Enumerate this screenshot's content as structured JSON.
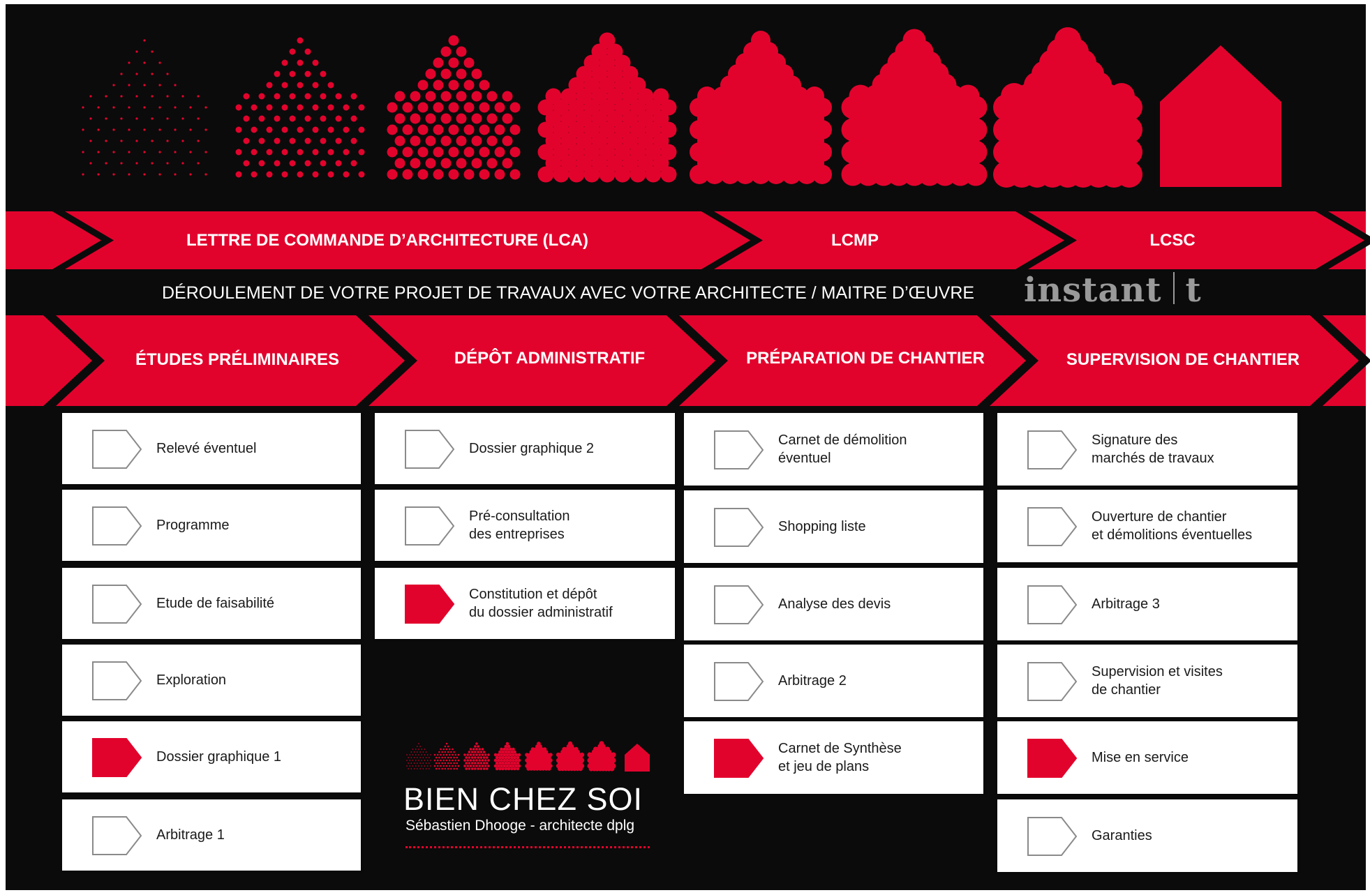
{
  "colors": {
    "background": "#0b0b0b",
    "accent": "#e2032d",
    "card": "#ffffff",
    "text_dark": "#1a1a1a",
    "text_light": "#ffffff",
    "logo_gray": "#9a9a9a"
  },
  "contracts": [
    "LETTRE DE COMMANDE D’ARCHITECTURE (LCA)",
    "LCMP",
    "LCSC"
  ],
  "subtitle": "DÉROULEMENT DE VOTRE PROJET DE TRAVAUX AVEC VOTRE ARCHITECTE / MAITRE D’ŒUVRE",
  "instant_logo": {
    "word": "instant",
    "letter": "t"
  },
  "progression_icons": [
    "house-dots-1",
    "house-dots-2",
    "house-dots-3",
    "house-dots-4",
    "house-dots-5",
    "house-dots-6",
    "house-dots-7",
    "house-solid"
  ],
  "phases": [
    {
      "title": "ÉTUDES PRÉLIMINAIRES",
      "steps": [
        {
          "lines": [
            "Relevé éventuel"
          ],
          "filled": false
        },
        {
          "lines": [
            "Programme"
          ],
          "filled": false
        },
        {
          "lines": [
            "Etude de faisabilité"
          ],
          "filled": false
        },
        {
          "lines": [
            "Exploration"
          ],
          "filled": false
        },
        {
          "lines": [
            "Dossier graphique 1"
          ],
          "filled": true
        },
        {
          "lines": [
            "Arbitrage 1"
          ],
          "filled": false
        }
      ]
    },
    {
      "title": "DÉPÔT ADMINISTRATIF",
      "steps": [
        {
          "lines": [
            "Dossier graphique 2"
          ],
          "filled": false
        },
        {
          "lines": [
            "Pré-consultation",
            "des entreprises"
          ],
          "filled": false
        },
        {
          "lines": [
            "Constitution et dépôt",
            "du dossier administratif"
          ],
          "filled": true
        }
      ]
    },
    {
      "title": "PRÉPARATION DE CHANTIER",
      "steps": [
        {
          "lines": [
            "Carnet de démolition",
            "éventuel"
          ],
          "filled": false
        },
        {
          "lines": [
            "Shopping liste"
          ],
          "filled": false
        },
        {
          "lines": [
            "Analyse des devis"
          ],
          "filled": false
        },
        {
          "lines": [
            "Arbitrage 2"
          ],
          "filled": false
        },
        {
          "lines": [
            "Carnet de Synthèse",
            "et jeu de plans"
          ],
          "filled": true
        }
      ]
    },
    {
      "title": "SUPERVISION DE CHANTIER",
      "steps": [
        {
          "lines": [
            "Signature des",
            "marchés de travaux"
          ],
          "filled": false
        },
        {
          "lines": [
            "Ouverture de chantier",
            "et démolitions éventuelles"
          ],
          "filled": false
        },
        {
          "lines": [
            "Arbitrage 3"
          ],
          "filled": false
        },
        {
          "lines": [
            "Supervision et visites",
            "de chantier"
          ],
          "filled": false
        },
        {
          "lines": [
            "Mise en service"
          ],
          "filled": true
        },
        {
          "lines": [
            "Garanties"
          ],
          "filled": false
        }
      ]
    }
  ],
  "brand": {
    "name": "BIEN CHEZ SOI",
    "tagline": "Sébastien Dhooge - architecte dplg"
  }
}
